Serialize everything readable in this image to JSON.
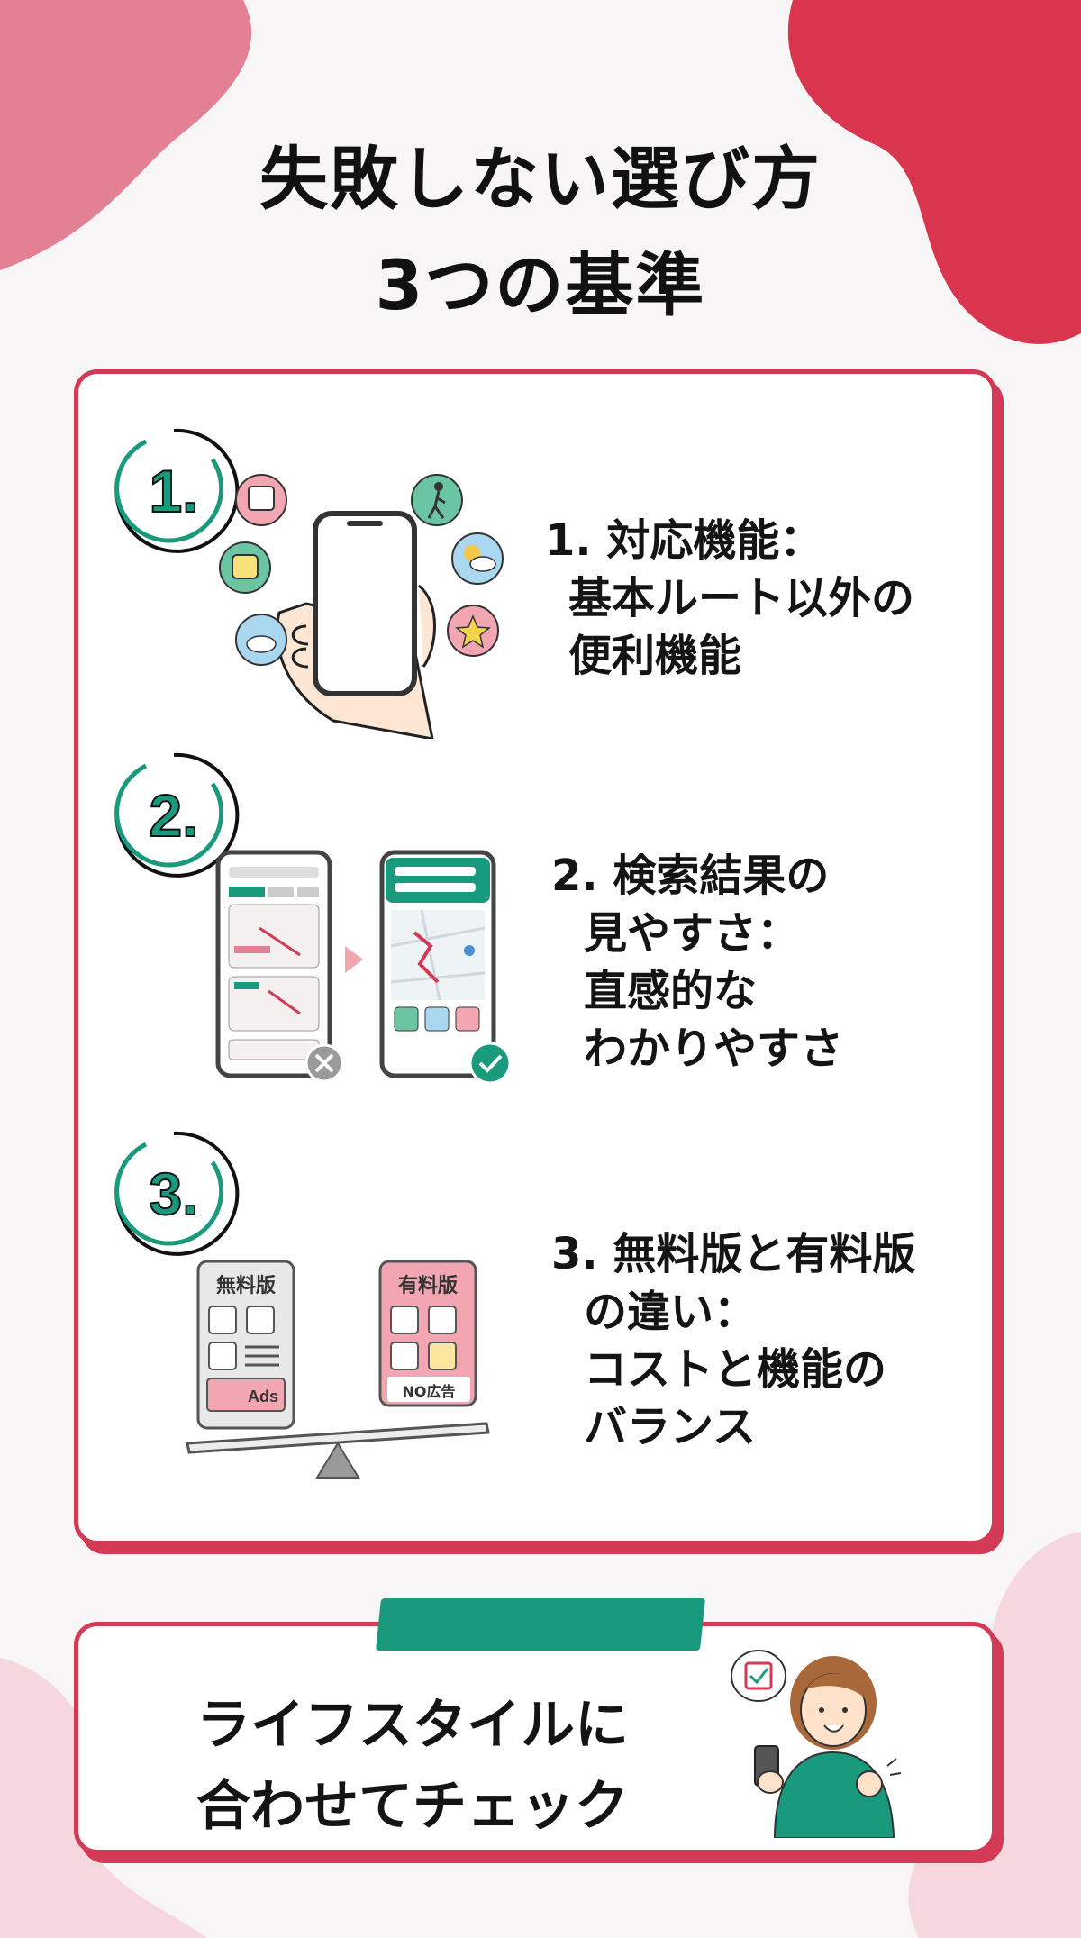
{
  "title": {
    "line1": "失敗しない選び方",
    "line2": "3つの基準"
  },
  "sections": [
    {
      "number": "1.",
      "lines": [
        "1. 対応機能：",
        "基本ルート以外の",
        "便利機能"
      ]
    },
    {
      "number": "2.",
      "lines": [
        "2. 検索結果の",
        "見やすさ：",
        "直感的な",
        "わかりやすさ"
      ]
    },
    {
      "number": "3.",
      "lines": [
        "3. 無料版と有料版",
        "の違い：",
        "コストと機能の",
        "バランス"
      ]
    }
  ],
  "illustration3": {
    "free_label": "無料版",
    "paid_label": "有料版",
    "ads_label": "Ads",
    "noads_label": "NO広告"
  },
  "footer": {
    "line1": "ライフスタイルに",
    "line2": "合わせてチェック"
  },
  "colors": {
    "accent": "#d23a55",
    "green": "#1a9a7c",
    "pink_bg": "#f3c8d0"
  },
  "icons": [
    "bus-icon",
    "walking-icon",
    "train-icon",
    "weather-icon",
    "cloud-icon",
    "star-icon",
    "close-icon",
    "check-icon",
    "checklist-icon"
  ]
}
